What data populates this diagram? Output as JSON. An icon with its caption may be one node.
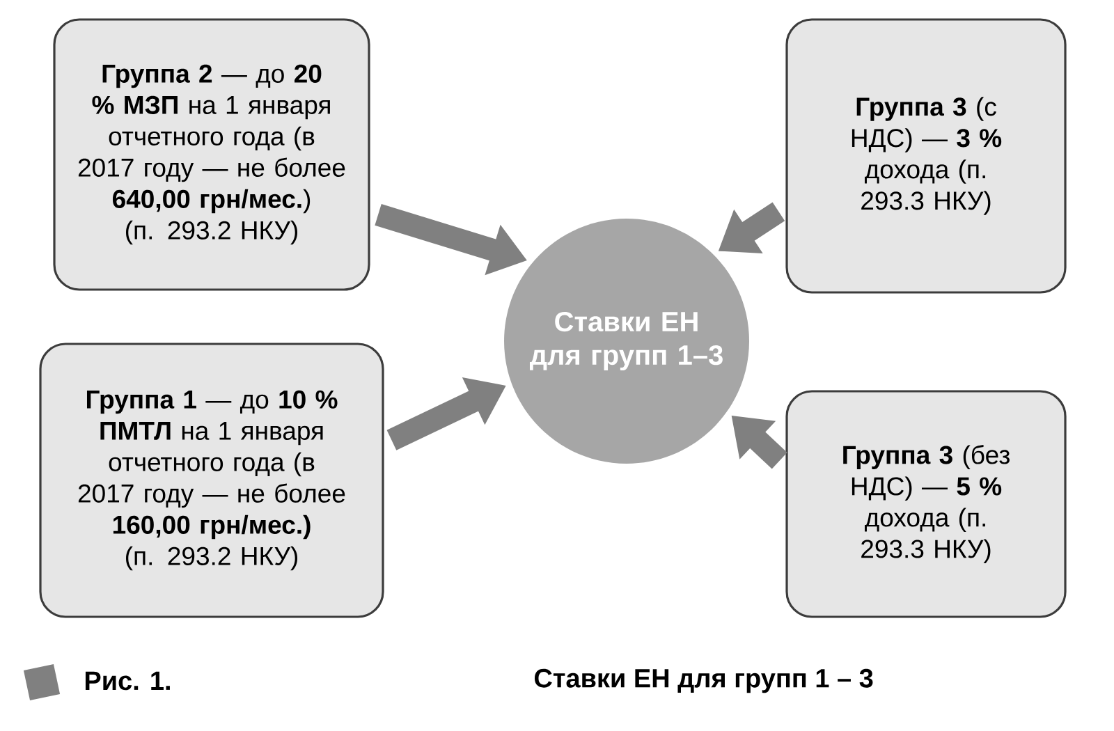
{
  "diagram": {
    "caption": "Ставки ЕН для групп 1 – 3",
    "nodes": [
      {
        "text": [
          "**Группа 2** — до **20 % МЗП** на 1 января отчетного года (в 2017 году — не более **640,00 грн/мес.**) (п. 293.2 НКУ)"
        ]
      },
      {
        "text": [
          "**Группа 3** (с НДС) — **3 %** дохода (п. 293.3 НКУ)"
        ]
      },
      {
        "text": [
          "Ставки ЕН для групп 1–3"
        ]
      },
      {
        "text": [
          "**Группа 1** — до **10 % ПМТЛ** на 1 января отчетного года (в 2017 году — не более **160,00 грн/мес.)** (п. 293.2 НКУ)"
        ]
      },
      {
        "text": [
          "**Группа 3** (без НДС) — **5 %** дохода (п. 293.3 НКУ)"
        ]
      }
    ],
    "edges": [
      {
        "from": 0,
        "to": 2,
        "arrow": "to"
      },
      {
        "from": 1,
        "to": 2,
        "arrow": "to"
      },
      {
        "from": 3,
        "to": 2,
        "arrow": "to"
      },
      {
        "from": 4,
        "to": 2,
        "arrow": "to"
      }
    ],
    "labels": [
      "Рис. 1."
    ]
  }
}
